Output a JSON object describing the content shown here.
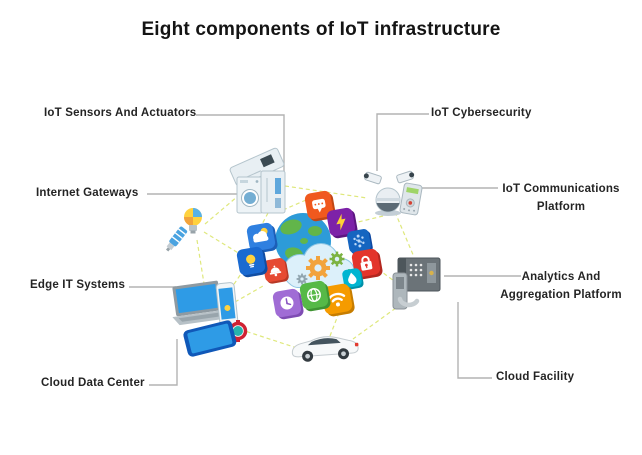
{
  "title": "Eight components of IoT infrastructure",
  "components": [
    {
      "id": "iot-sensors-and-actuators",
      "lines": [
        "IoT Sensors And Actuators"
      ]
    },
    {
      "id": "internet-gateways",
      "lines": [
        "Internet Gateways"
      ]
    },
    {
      "id": "edge-it-systems",
      "lines": [
        "Edge IT Systems"
      ]
    },
    {
      "id": "cloud-data-center",
      "lines": [
        "Cloud Data Center"
      ]
    },
    {
      "id": "iot-cybersecurity",
      "lines": [
        "IoT Cybersecurity"
      ]
    },
    {
      "id": "iot-communications-platform",
      "lines": [
        "IoT Communications",
        "Platform"
      ]
    },
    {
      "id": "analytics-and-aggregation-platform",
      "lines": [
        "Analytics And",
        "Aggregation Platform"
      ]
    },
    {
      "id": "cloud-facility",
      "lines": [
        "Cloud Facility"
      ]
    }
  ],
  "illustration": {
    "center_items": [
      "earth-globe",
      "cloud",
      "gears"
    ],
    "ring_icons": [
      "cloud-weather-icon",
      "chat-icon",
      "lightning-icon",
      "network-dots-icon",
      "padlock-icon",
      "water-drop-icon",
      "wifi-icon",
      "eco-globe-icon",
      "clock-icon",
      "notification-bell-icon",
      "lightbulb-icon"
    ],
    "devices": [
      "air-conditioner",
      "washing-machine",
      "refrigerator",
      "cctv-camera-left",
      "cctv-camera-right",
      "dome-camera",
      "access-keypad",
      "smart-door-lock",
      "connected-car",
      "laptop",
      "smartphone",
      "smartwatch",
      "tablet",
      "smart-bulb",
      "cfl-bulb"
    ]
  },
  "colors": {
    "background": "#ffffff",
    "title_text": "#141414",
    "label_text": "#242424",
    "connector_line": "#b3b3b3",
    "mesh_line": "#dfe87c",
    "globe_ocean": "#2d9bd8",
    "globe_land": "#62b54a",
    "cloud_fill": "#dcf0fa"
  }
}
